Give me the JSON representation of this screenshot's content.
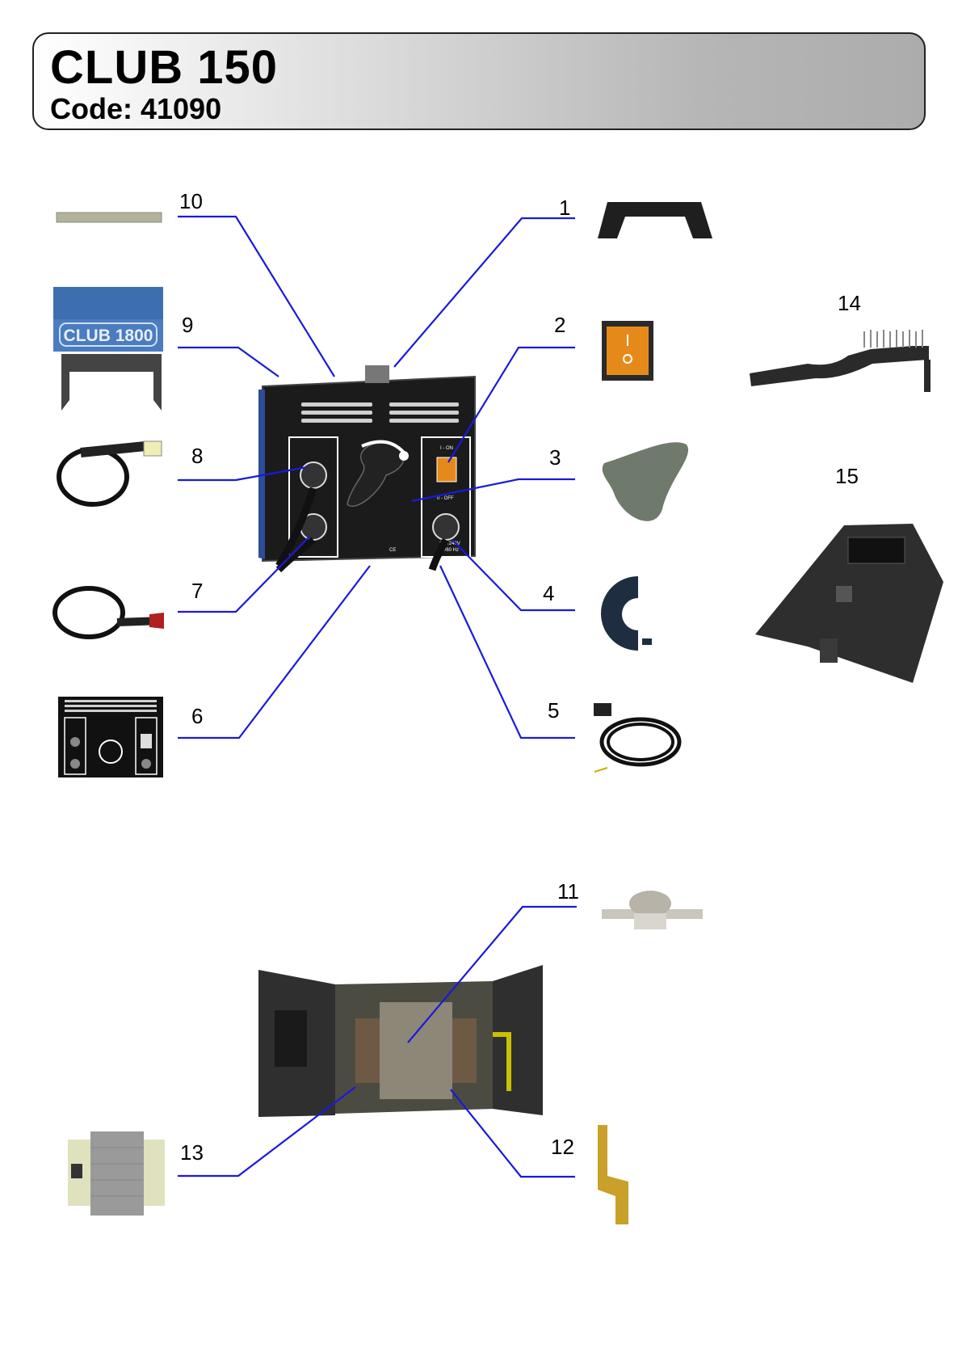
{
  "header": {
    "title": "CLUB 150",
    "code": "Code: 41090"
  },
  "callouts": {
    "c1": "1",
    "c2": "2",
    "c3": "3",
    "c4": "4",
    "c5": "5",
    "c6": "6",
    "c7": "7",
    "c8": "8",
    "c9": "9",
    "c10": "10",
    "c11": "11",
    "c12": "12",
    "c13": "13",
    "c14": "14",
    "c15": "15"
  },
  "labels": {
    "nameplate": "CLUB 1800",
    "switch_on": "I - ON",
    "switch_off": "0 - OFF",
    "voltage": "230/240V",
    "frequency": "50/60 Hz",
    "ce_mark": "CE"
  },
  "colors": {
    "leader_line": "#1a1adc",
    "panel": "#1c1c1c",
    "switch": "#e58a1a",
    "plate": "#3d6fb0"
  }
}
